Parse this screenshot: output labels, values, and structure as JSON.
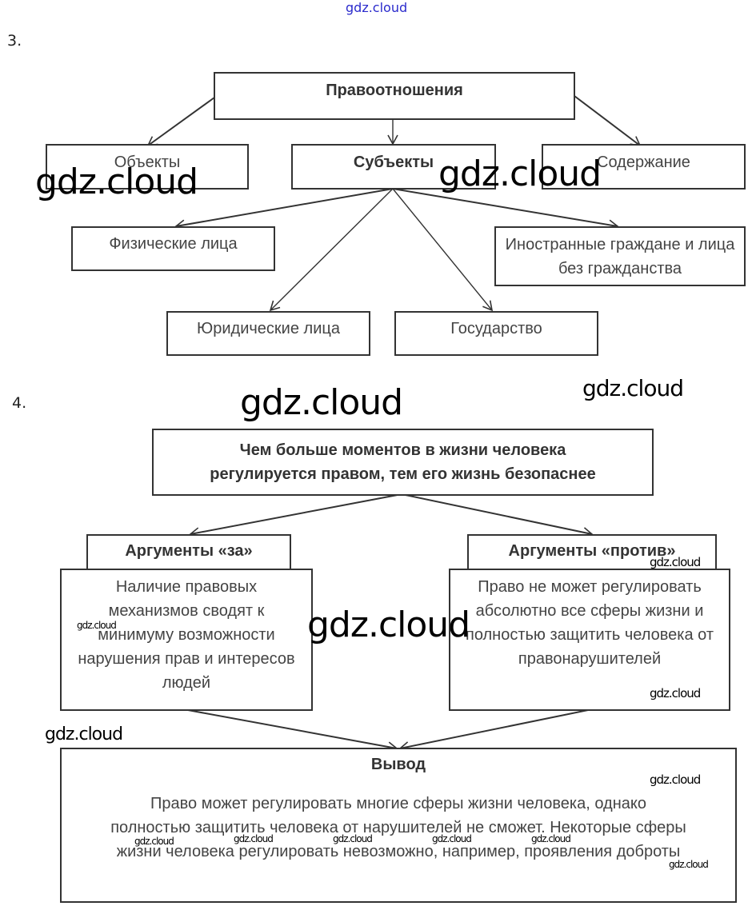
{
  "watermark": "gdz.cloud",
  "section3": {
    "number": "3.",
    "root": "Правоотношения",
    "level1": [
      "Объекты",
      "Субъекты",
      "Содержание"
    ],
    "subjects": [
      "Физические лица",
      "Юридические лица",
      "Государство",
      "Иностранные граждане и лица без гражданства"
    ]
  },
  "section4": {
    "number": "4.",
    "thesis": "Чем больше моментов в жизни человека регулируется правом, тем его жизнь безопаснее",
    "pro": {
      "title": "Аргументы «за»",
      "text": "Наличие правовых механизмов сводят к минимуму возможности нарушения прав и интересов людей"
    },
    "con": {
      "title": "Аргументы «против»",
      "text": "Право не может регулировать абсолютно все сферы жизни и полностью защитить человека от правонарушителей"
    },
    "conclusion": {
      "title": "Вывод",
      "text": "Право может регулировать многие сферы жизни человека, однако полностью защитить человека от нарушителей не сможет. Некоторые сферы жизни человека регулировать невозможно, например, проявления доброты"
    }
  }
}
